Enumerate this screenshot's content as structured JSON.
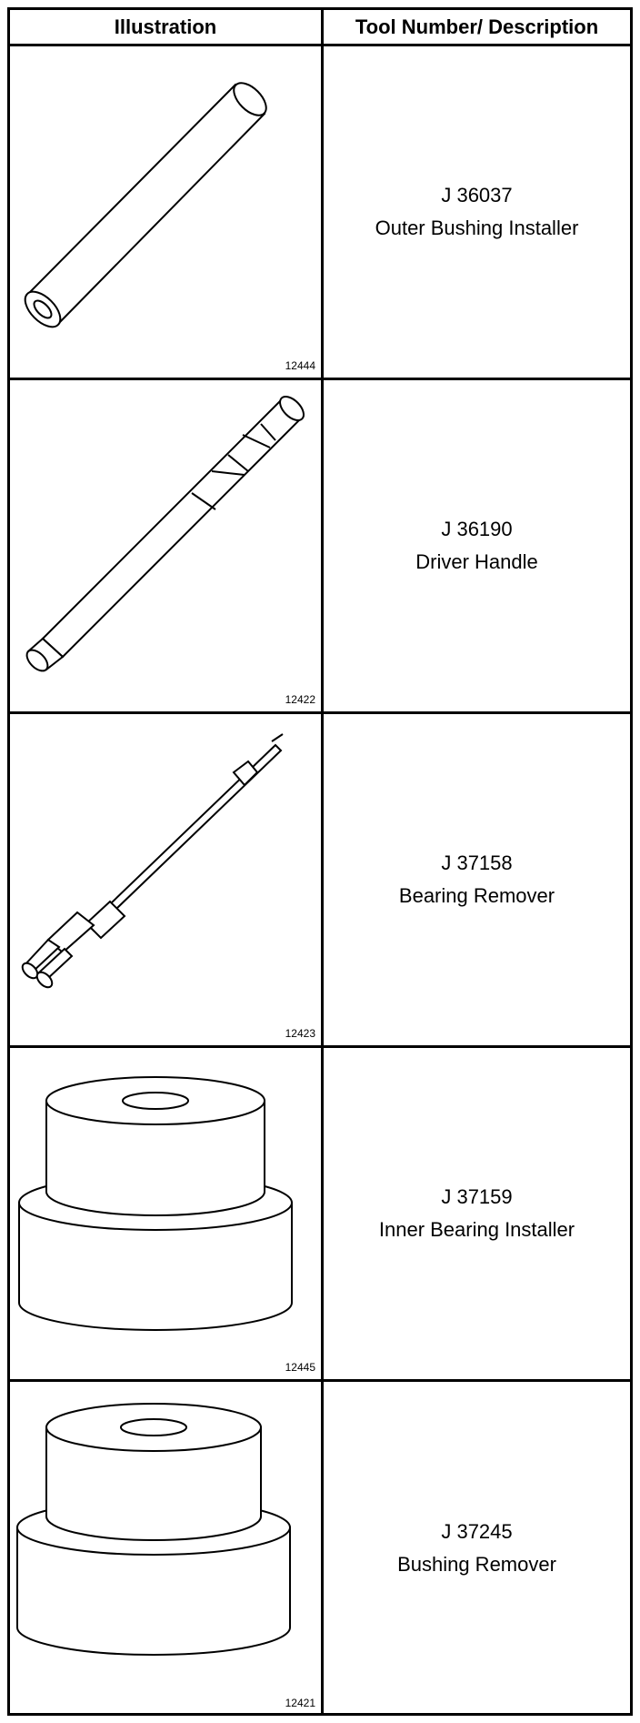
{
  "table": {
    "headers": {
      "illustration": "Illustration",
      "description": "Tool Number/ Description"
    },
    "rows": [
      {
        "figure": "12444",
        "tool_number": "J 36037",
        "description": "Outer Bushing Installer",
        "icon": "bushing-installer-tube-icon"
      },
      {
        "figure": "12422",
        "tool_number": "J 36190",
        "description": "Driver Handle",
        "icon": "driver-handle-icon"
      },
      {
        "figure": "12423",
        "tool_number": "J 37158",
        "description": "Bearing Remover",
        "icon": "bearing-remover-icon"
      },
      {
        "figure": "12445",
        "tool_number": "J 37159",
        "description": "Inner Bearing Installer",
        "icon": "stepped-installer-icon"
      },
      {
        "figure": "12421",
        "tool_number": "J 37245",
        "description": "Bushing Remover",
        "icon": "stepped-remover-icon"
      }
    ]
  }
}
